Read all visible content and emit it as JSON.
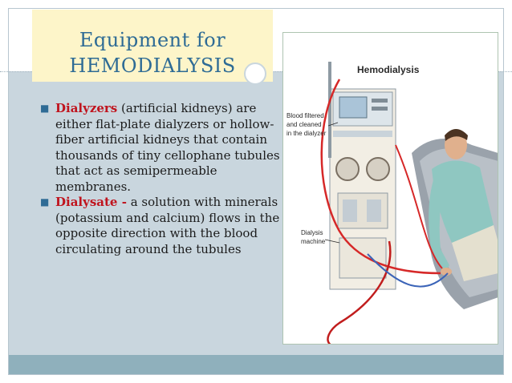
{
  "title": {
    "line1": "Equipment for",
    "line2": "HEMODIALYSIS"
  },
  "bullets": [
    {
      "term": "Dialyzers",
      "text": " (artificial kidneys) are either flat-plate dialyzers or hollow-fiber artificial kidneys that contain thousands of tiny cellophane tubules that act as semipermeable membranes."
    },
    {
      "term": "Dialysate -",
      "text": " a solution with minerals (potassium and calcium) flows in the opposite direction with the blood circulating around the tubules"
    }
  ],
  "figure": {
    "heading": "Hemodialysis",
    "label_blood": [
      "Blood filtered",
      "and cleaned",
      "in the dialyzer"
    ],
    "label_machine": [
      "Dialysis",
      "machine"
    ]
  },
  "colors": {
    "title": "#2e6b95",
    "term": "#c0141e",
    "background": "#c9d6de",
    "title_box": "#fdf5c9",
    "bottom_bar": "#8fb0bc"
  }
}
